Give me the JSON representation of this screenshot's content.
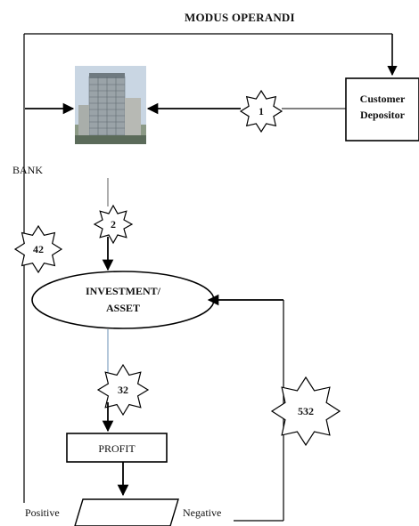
{
  "title": "MODUS OPERANDI",
  "bank_label": "BANK",
  "customer_depositor": {
    "line1": "Customer",
    "line2": "Depositor"
  },
  "investment_asset": {
    "line1": "INVESTMENT/",
    "line2": "ASSET"
  },
  "profit_label": "PROFIT",
  "positive_label": "Positive",
  "negative_label": "Negative",
  "steps": {
    "step1": "1",
    "step2": "2",
    "step32": "32",
    "step42": "42",
    "step532": "532"
  },
  "colors": {
    "line": "#000000",
    "thin_line": "#333333",
    "blue_line": "#6a8fb5",
    "sky": "#c9d6e3",
    "building": "#9aa3a8",
    "building_dark": "#6f7a80"
  },
  "image": {
    "icon": "bank-building-photo"
  }
}
